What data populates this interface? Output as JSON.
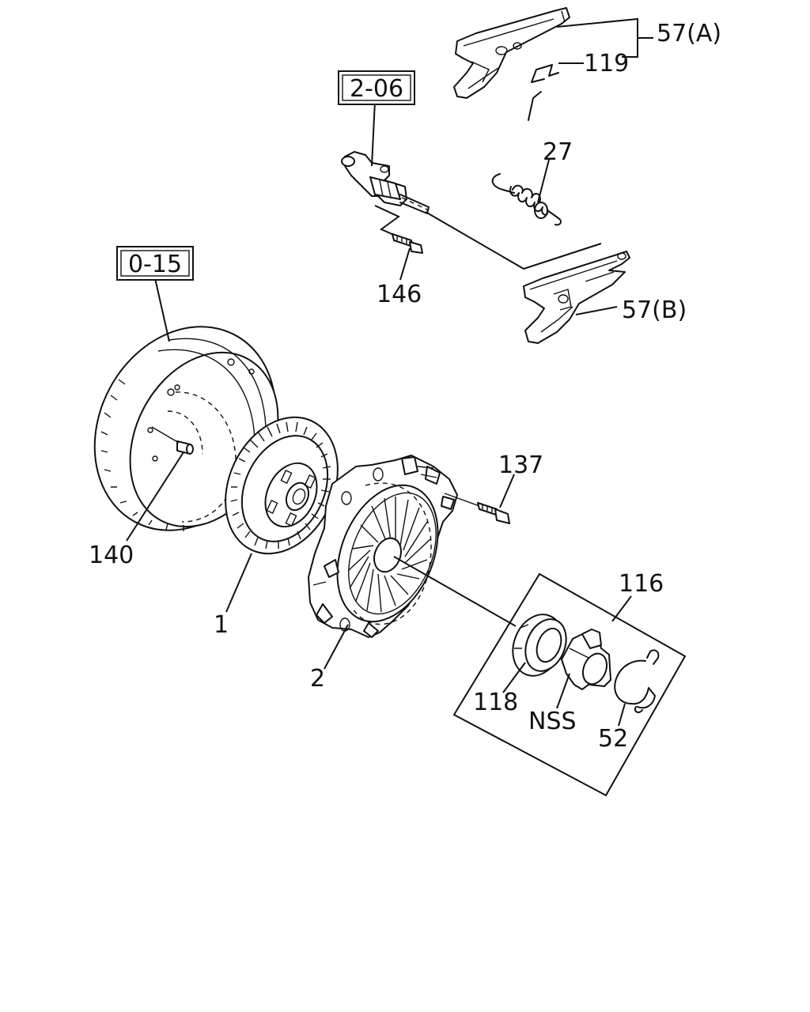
{
  "references": {
    "flywheel_ref": "0-15",
    "cylinder_ref": "2-06"
  },
  "callouts": {
    "fork_a": "57(A)",
    "pin": "119",
    "spring": "27",
    "bolt_cylinder": "146",
    "fork_b": "57(B)",
    "bolt_cover": "137",
    "dowel": "140",
    "bearing_kit": "116",
    "disc": "1",
    "cover": "2",
    "bearing": "118",
    "nss": "NSS",
    "clip": "52"
  }
}
